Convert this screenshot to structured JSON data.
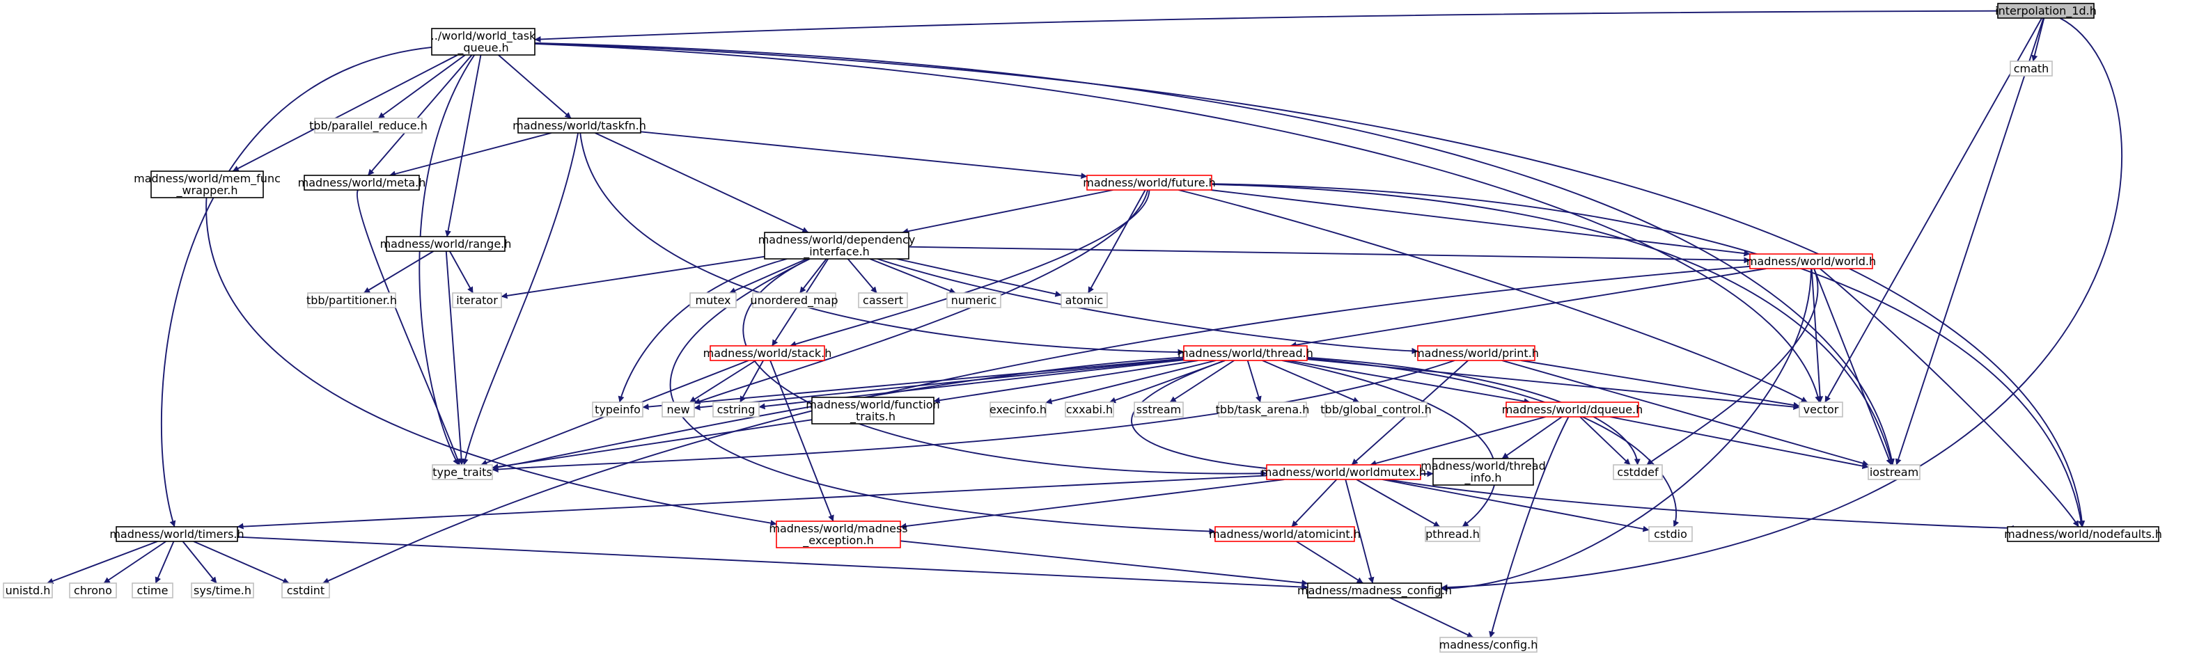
{
  "graph": {
    "colors": {
      "edge": "#191970",
      "root_fill": "#bfbfbf",
      "root_stroke": "#000000",
      "doc_stroke": "#000000",
      "incomplete_stroke": "#ff0000",
      "system_stroke": "#bfbfbf",
      "background": "#ffffff"
    },
    "nodes": [
      {
        "id": "root",
        "lines": [
          "interpolation_1d.h"
        ],
        "kind": "root"
      },
      {
        "id": "wtq",
        "lines": [
          "../world/world_task",
          "_queue.h"
        ],
        "kind": "doc"
      },
      {
        "id": "cmath",
        "lines": [
          "cmath"
        ],
        "kind": "system"
      },
      {
        "id": "tbbpr",
        "lines": [
          "tbb/parallel_reduce.h"
        ],
        "kind": "system"
      },
      {
        "id": "taskfn",
        "lines": [
          "madness/world/taskfn.h"
        ],
        "kind": "doc"
      },
      {
        "id": "memfunc",
        "lines": [
          "madness/world/mem_func",
          "_wrapper.h"
        ],
        "kind": "doc"
      },
      {
        "id": "meta",
        "lines": [
          "madness/world/meta.h"
        ],
        "kind": "doc"
      },
      {
        "id": "future",
        "lines": [
          "madness/world/future.h"
        ],
        "kind": "incomplete"
      },
      {
        "id": "range",
        "lines": [
          "madness/world/range.h"
        ],
        "kind": "doc"
      },
      {
        "id": "depint",
        "lines": [
          "madness/world/dependency",
          "_interface.h"
        ],
        "kind": "doc"
      },
      {
        "id": "tbbpart",
        "lines": [
          "tbb/partitioner.h"
        ],
        "kind": "system"
      },
      {
        "id": "iterator",
        "lines": [
          "iterator"
        ],
        "kind": "system"
      },
      {
        "id": "mutex",
        "lines": [
          "mutex"
        ],
        "kind": "system"
      },
      {
        "id": "umap",
        "lines": [
          "unordered_map"
        ],
        "kind": "system"
      },
      {
        "id": "cassert",
        "lines": [
          "cassert"
        ],
        "kind": "system"
      },
      {
        "id": "numeric",
        "lines": [
          "numeric"
        ],
        "kind": "system"
      },
      {
        "id": "atomic",
        "lines": [
          "atomic"
        ],
        "kind": "system"
      },
      {
        "id": "world",
        "lines": [
          "madness/world/world.h"
        ],
        "kind": "incomplete"
      },
      {
        "id": "stack",
        "lines": [
          "madness/world/stack.h"
        ],
        "kind": "incomplete"
      },
      {
        "id": "thread",
        "lines": [
          "madness/world/thread.h"
        ],
        "kind": "incomplete"
      },
      {
        "id": "print",
        "lines": [
          "madness/world/print.h"
        ],
        "kind": "incomplete"
      },
      {
        "id": "typeinfo",
        "lines": [
          "typeinfo"
        ],
        "kind": "system"
      },
      {
        "id": "new",
        "lines": [
          "new"
        ],
        "kind": "system"
      },
      {
        "id": "cstring",
        "lines": [
          "cstring"
        ],
        "kind": "system"
      },
      {
        "id": "functraits",
        "lines": [
          "madness/world/function",
          "_traits.h"
        ],
        "kind": "doc"
      },
      {
        "id": "execinfo",
        "lines": [
          "execinfo.h"
        ],
        "kind": "system"
      },
      {
        "id": "cxxabi",
        "lines": [
          "cxxabi.h"
        ],
        "kind": "system"
      },
      {
        "id": "sstream",
        "lines": [
          "sstream"
        ],
        "kind": "system"
      },
      {
        "id": "tbbarena",
        "lines": [
          "tbb/task_arena.h"
        ],
        "kind": "system"
      },
      {
        "id": "tbbglobal",
        "lines": [
          "tbb/global_control.h"
        ],
        "kind": "system"
      },
      {
        "id": "dqueue",
        "lines": [
          "madness/world/dqueue.h"
        ],
        "kind": "incomplete"
      },
      {
        "id": "vector",
        "lines": [
          "vector"
        ],
        "kind": "system"
      },
      {
        "id": "typetraits",
        "lines": [
          "type_traits"
        ],
        "kind": "system"
      },
      {
        "id": "worldmutex",
        "lines": [
          "madness/world/worldmutex.h"
        ],
        "kind": "incomplete"
      },
      {
        "id": "threadinfo",
        "lines": [
          "madness/world/thread",
          "_info.h"
        ],
        "kind": "doc"
      },
      {
        "id": "cstddef",
        "lines": [
          "cstddef"
        ],
        "kind": "system"
      },
      {
        "id": "iostream",
        "lines": [
          "iostream"
        ],
        "kind": "system"
      },
      {
        "id": "timers",
        "lines": [
          "madness/world/timers.h"
        ],
        "kind": "doc"
      },
      {
        "id": "madexc",
        "lines": [
          "madness/world/madness",
          "_exception.h"
        ],
        "kind": "incomplete"
      },
      {
        "id": "atomicint",
        "lines": [
          "madness/world/atomicint.h"
        ],
        "kind": "incomplete"
      },
      {
        "id": "pthread",
        "lines": [
          "pthread.h"
        ],
        "kind": "system"
      },
      {
        "id": "cstdio",
        "lines": [
          "cstdio"
        ],
        "kind": "system"
      },
      {
        "id": "nodefaults",
        "lines": [
          "madness/world/nodefaults.h"
        ],
        "kind": "doc"
      },
      {
        "id": "unistd",
        "lines": [
          "unistd.h"
        ],
        "kind": "system"
      },
      {
        "id": "chrono",
        "lines": [
          "chrono"
        ],
        "kind": "system"
      },
      {
        "id": "ctime",
        "lines": [
          "ctime"
        ],
        "kind": "system"
      },
      {
        "id": "systime",
        "lines": [
          "sys/time.h"
        ],
        "kind": "system"
      },
      {
        "id": "cstdint",
        "lines": [
          "cstdint"
        ],
        "kind": "system"
      },
      {
        "id": "madconfig",
        "lines": [
          "madness/madness_config.h"
        ],
        "kind": "doc"
      },
      {
        "id": "config",
        "lines": [
          "madness/config.h"
        ],
        "kind": "system"
      }
    ],
    "edges": [
      [
        "root",
        "wtq"
      ],
      [
        "root",
        "cmath"
      ],
      [
        "root",
        "vector"
      ],
      [
        "root",
        "iostream"
      ],
      [
        "root",
        "madconfig"
      ],
      [
        "wtq",
        "tbbpr"
      ],
      [
        "wtq",
        "taskfn"
      ],
      [
        "wtq",
        "memfunc"
      ],
      [
        "wtq",
        "meta"
      ],
      [
        "wtq",
        "range"
      ],
      [
        "wtq",
        "typetraits"
      ],
      [
        "wtq",
        "timers"
      ],
      [
        "wtq",
        "nodefaults"
      ],
      [
        "wtq",
        "iostream"
      ],
      [
        "wtq",
        "vector"
      ],
      [
        "taskfn",
        "meta"
      ],
      [
        "taskfn",
        "future"
      ],
      [
        "taskfn",
        "depint"
      ],
      [
        "taskfn",
        "thread"
      ],
      [
        "taskfn",
        "typetraits"
      ],
      [
        "memfunc",
        "madexc"
      ],
      [
        "meta",
        "typetraits"
      ],
      [
        "range",
        "tbbpart"
      ],
      [
        "range",
        "iterator"
      ],
      [
        "range",
        "typetraits"
      ],
      [
        "future",
        "depint"
      ],
      [
        "future",
        "atomic"
      ],
      [
        "future",
        "world"
      ],
      [
        "future",
        "stack"
      ],
      [
        "future",
        "new"
      ],
      [
        "future",
        "vector"
      ],
      [
        "future",
        "iostream"
      ],
      [
        "future",
        "nodefaults"
      ],
      [
        "depint",
        "iterator"
      ],
      [
        "depint",
        "mutex"
      ],
      [
        "depint",
        "umap"
      ],
      [
        "depint",
        "cassert"
      ],
      [
        "depint",
        "numeric"
      ],
      [
        "depint",
        "atomic"
      ],
      [
        "depint",
        "world"
      ],
      [
        "depint",
        "stack"
      ],
      [
        "depint",
        "print"
      ],
      [
        "depint",
        "typeinfo"
      ],
      [
        "depint",
        "worldmutex"
      ],
      [
        "depint",
        "atomicint"
      ],
      [
        "world",
        "thread"
      ],
      [
        "world",
        "vector"
      ],
      [
        "world",
        "iostream"
      ],
      [
        "world",
        "cstddef"
      ],
      [
        "world",
        "nodefaults"
      ],
      [
        "world",
        "madconfig"
      ],
      [
        "world",
        "cstdint"
      ],
      [
        "stack",
        "new"
      ],
      [
        "stack",
        "cstring"
      ],
      [
        "stack",
        "typetraits"
      ],
      [
        "stack",
        "madexc"
      ],
      [
        "thread",
        "typeinfo"
      ],
      [
        "thread",
        "new"
      ],
      [
        "thread",
        "cstring"
      ],
      [
        "thread",
        "functraits"
      ],
      [
        "thread",
        "execinfo"
      ],
      [
        "thread",
        "cxxabi"
      ],
      [
        "thread",
        "sstream"
      ],
      [
        "thread",
        "tbbarena"
      ],
      [
        "thread",
        "tbbglobal"
      ],
      [
        "thread",
        "dqueue"
      ],
      [
        "thread",
        "vector"
      ],
      [
        "thread",
        "typetraits"
      ],
      [
        "thread",
        "threadinfo"
      ],
      [
        "thread",
        "cstddef"
      ],
      [
        "thread",
        "pthread"
      ],
      [
        "thread",
        "cstdio"
      ],
      [
        "print",
        "vector"
      ],
      [
        "print",
        "iostream"
      ],
      [
        "print",
        "typetraits"
      ],
      [
        "print",
        "worldmutex"
      ],
      [
        "functraits",
        "typetraits"
      ],
      [
        "dqueue",
        "worldmutex"
      ],
      [
        "dqueue",
        "threadinfo"
      ],
      [
        "dqueue",
        "cstddef"
      ],
      [
        "dqueue",
        "iostream"
      ],
      [
        "dqueue",
        "config"
      ],
      [
        "worldmutex",
        "timers"
      ],
      [
        "worldmutex",
        "madexc"
      ],
      [
        "worldmutex",
        "atomicint"
      ],
      [
        "worldmutex",
        "pthread"
      ],
      [
        "worldmutex",
        "cstdio"
      ],
      [
        "worldmutex",
        "madconfig"
      ],
      [
        "worldmutex",
        "nodefaults"
      ],
      [
        "timers",
        "unistd"
      ],
      [
        "timers",
        "chrono"
      ],
      [
        "timers",
        "ctime"
      ],
      [
        "timers",
        "systime"
      ],
      [
        "timers",
        "cstdint"
      ],
      [
        "timers",
        "madconfig"
      ],
      [
        "madexc",
        "madconfig"
      ],
      [
        "atomicint",
        "madconfig"
      ],
      [
        "madconfig",
        "config"
      ]
    ]
  }
}
